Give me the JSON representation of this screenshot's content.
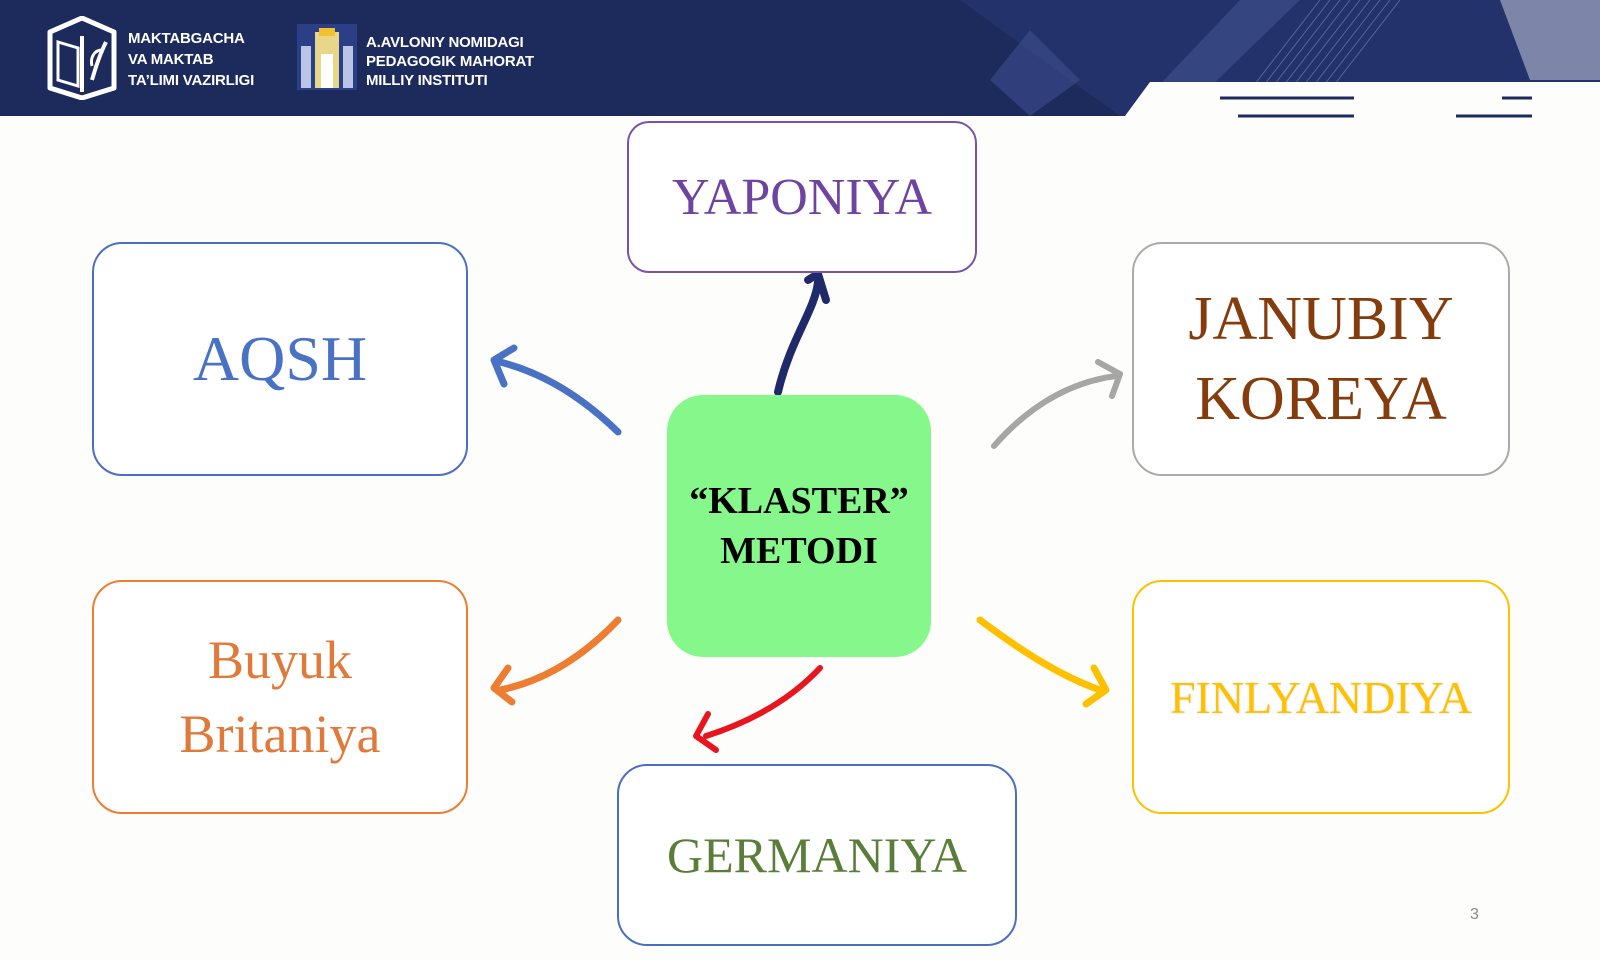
{
  "header": {
    "logo1_lines": [
      "MAKTABGACHA",
      "VA MAKTAB",
      "TA’LIMI VAZIRLIGI"
    ],
    "logo2_lines": [
      "A.AVLONIY NOMIDAGI",
      "PEDAGOGIK MAHORAT",
      "MILLIY INSTITUTI"
    ]
  },
  "diagram": {
    "center": "“KLASTER”\nMETODI",
    "nodes": {
      "japan": "YAPONIYA",
      "usa": "AQSH",
      "korea": "JANUBIY\nKOREYA",
      "uk": "Buyuk\nBritaniya",
      "finland": "FINLYANDIYA",
      "germany": "GERMANIYA"
    }
  },
  "colors": {
    "header_bg": "#1d2a5c",
    "center_bg": "#86f78a",
    "japan": "#6f43a0",
    "usa": "#4a72c4",
    "korea": "#843c0c",
    "uk": "#e07a3a",
    "finland": "#ffc000",
    "germany": "#5a7e3a",
    "arrow_japan": "#1f2a6b",
    "arrow_usa": "#4a72c4",
    "arrow_korea": "#a6a6a6",
    "arrow_uk": "#ed7d31",
    "arrow_finland": "#ffc000",
    "arrow_germany": "#e8141e"
  },
  "page_number": "3"
}
